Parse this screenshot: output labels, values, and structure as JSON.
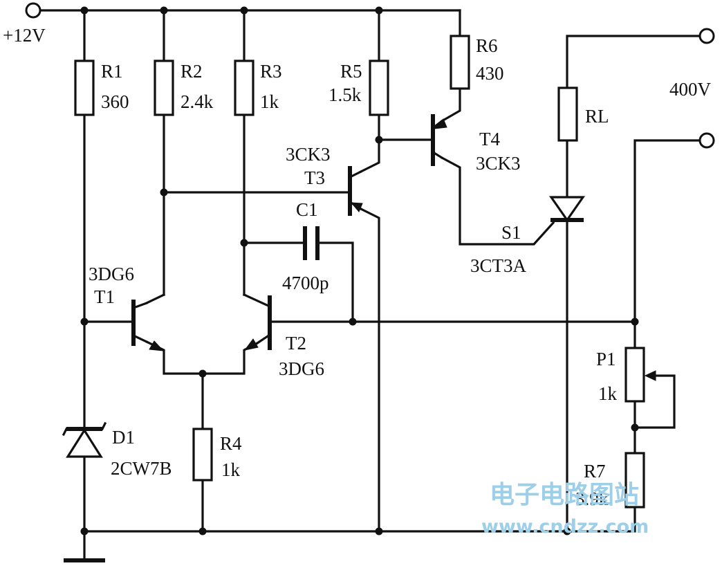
{
  "supply": {
    "label": "+12V"
  },
  "output": {
    "label": "400V"
  },
  "resistors": {
    "r1": {
      "ref": "R1",
      "value": "360"
    },
    "r2": {
      "ref": "R2",
      "value": "2.4k"
    },
    "r3": {
      "ref": "R3",
      "value": "1k"
    },
    "r4": {
      "ref": "R4",
      "value": "1k"
    },
    "r5": {
      "ref": "R5",
      "value": "1.5k"
    },
    "r6": {
      "ref": "R6",
      "value": "430"
    },
    "r7": {
      "ref": "R7",
      "value": "3.9k"
    },
    "rl": {
      "ref": "RL"
    }
  },
  "pot": {
    "ref": "P1",
    "value": "1k"
  },
  "capacitor": {
    "ref": "C1",
    "value": "4700p"
  },
  "transistors": {
    "t1": {
      "ref": "T1",
      "type": "3DG6"
    },
    "t2": {
      "ref": "T2",
      "type": "3DG6"
    },
    "t3": {
      "ref": "T3",
      "type": "3CK3"
    },
    "t4": {
      "ref": "T4",
      "type": "3CK3"
    }
  },
  "diode": {
    "ref": "D1",
    "type": "2CW7B"
  },
  "scr": {
    "ref": "S1",
    "type": "3CT3A"
  },
  "watermark": {
    "line1": "电子电路图站",
    "line2": "www.cndzz.com"
  }
}
